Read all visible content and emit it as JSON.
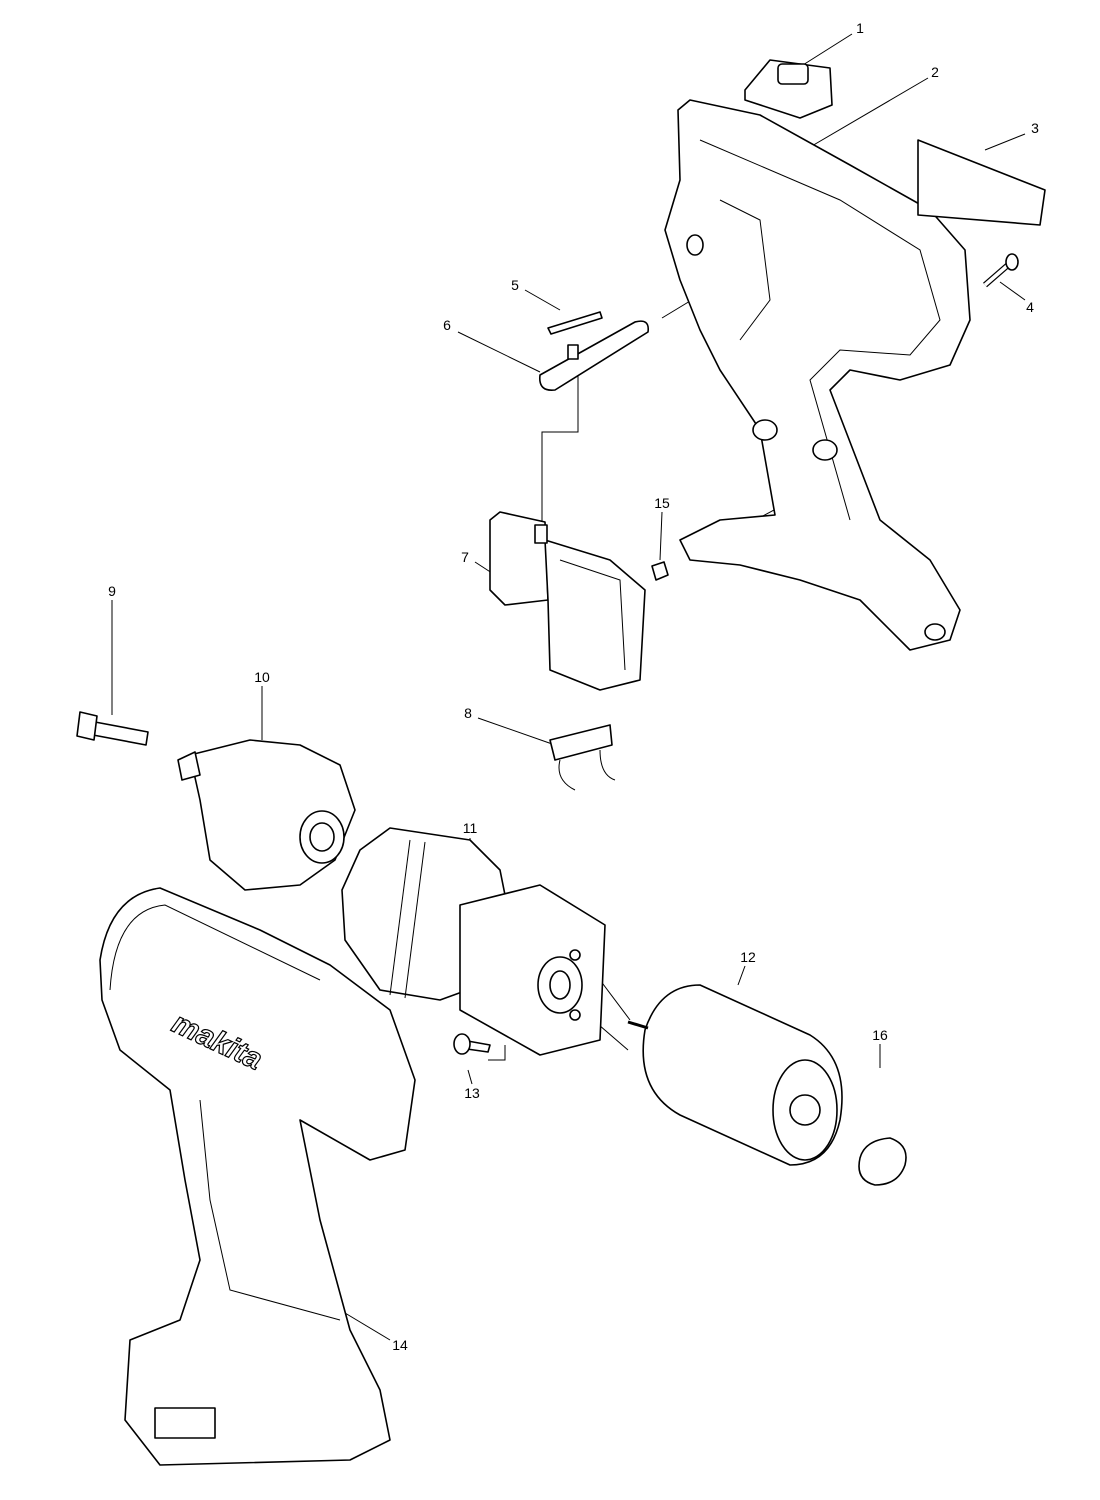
{
  "diagram": {
    "type": "exploded-parts-diagram",
    "brand_logo_text": "makita",
    "callouts": [
      "1",
      "2",
      "3",
      "4",
      "5",
      "6",
      "7",
      "8",
      "9",
      "10",
      "11",
      "12",
      "13",
      "14",
      "15",
      "16"
    ]
  }
}
